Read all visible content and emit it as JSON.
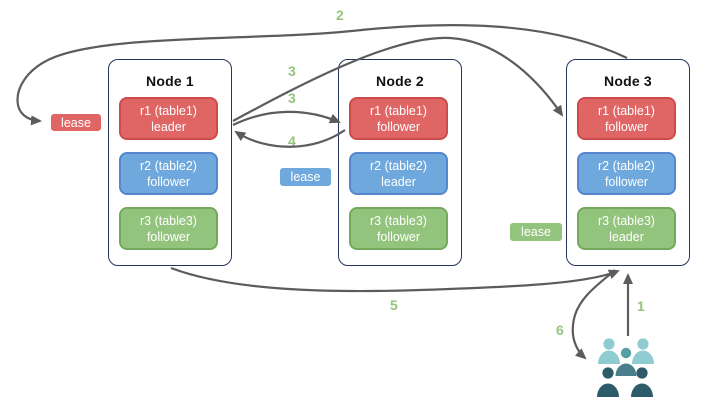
{
  "nodes": [
    {
      "title": "Node 1",
      "replicas": [
        {
          "name": "r1 (table1)",
          "role": "leader"
        },
        {
          "name": "r2 (table2)",
          "role": "follower"
        },
        {
          "name": "r3 (table3)",
          "role": "follower"
        }
      ]
    },
    {
      "title": "Node 2",
      "replicas": [
        {
          "name": "r1 (table1)",
          "role": "follower"
        },
        {
          "name": "r2 (table2)",
          "role": "leader"
        },
        {
          "name": "r3 (table3)",
          "role": "follower"
        }
      ]
    },
    {
      "title": "Node 3",
      "replicas": [
        {
          "name": "r1 (table1)",
          "role": "follower"
        },
        {
          "name": "r2 (table2)",
          "role": "follower"
        },
        {
          "name": "r3 (table3)",
          "role": "leader"
        }
      ]
    }
  ],
  "leases": {
    "table1": {
      "label": "lease"
    },
    "table2": {
      "label": "lease"
    },
    "table3": {
      "label": "lease"
    }
  },
  "steps": [
    {
      "n": "1"
    },
    {
      "n": "2"
    },
    {
      "n": "3"
    },
    {
      "n": "4"
    },
    {
      "n": "5"
    },
    {
      "n": "6"
    }
  ],
  "icons": {
    "users": "group of users"
  },
  "colors": {
    "replica_red": "#e06666",
    "replica_blue": "#6fa8dc",
    "replica_green": "#93c47d",
    "node_border": "#26355e",
    "arrow": "#5c5c5c",
    "step_number": "#93c47d",
    "users_light": "#8fccd1",
    "users_mid": "#54a0a6",
    "users_dark": "#2d5b6a"
  }
}
